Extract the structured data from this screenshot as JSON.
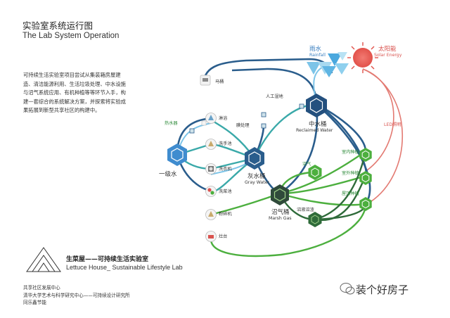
{
  "header": {
    "title_cn": "实验室系统运行图",
    "title_en": "The Lab System Operation"
  },
  "description": "可持续生活实验室项目尝试从集装箱房屋建造、清洁能源利用、生活垃圾处理、中水设施与沼气系统应用、有机种植等等环节入手，构建一套综合的系统解决方案，并探索将实验成果拓展到新型共享社区的构建中。",
  "lab": {
    "name_cn": "生菜屋——可持续生活实验室",
    "name_en": "Lettuce House_ Sustainable Lifestyle Lab"
  },
  "orgs": [
    "共享社区发展中心",
    "清华大学艺术与科学研究中心——可持续设计研究所",
    "同乐鑫节能"
  ],
  "brand": "装个好房子",
  "nodes": {
    "primary": "一级水",
    "gray_cn": "灰水桶",
    "gray_en": "Gray Water",
    "reclaimed_cn": "中水桶",
    "reclaimed_en": "Reclaimed Water",
    "marsh_cn": "沼气桶",
    "marsh_en": "Marsh Gas",
    "rain_cn": "雨水",
    "rain_en": "Rainfall",
    "solar_cn": "太阳能",
    "solar_en": "Solar Energy"
  },
  "labels": {
    "toilet": "马桶",
    "wetland": "人工湿地",
    "hot_water": "热水器",
    "shower": "淋浴",
    "hand_wash": "洗手池",
    "laundry": "洗衣机",
    "veg_wash": "洗菜池",
    "shredder": "粉碎机",
    "stove": "灶台",
    "pretreat": "膜处理",
    "biogas": "沼气",
    "slurry": "沼液沼渣",
    "indoor_plant": "室内种植",
    "outdoor_plant": "室外种植",
    "roof_plant": "屋顶种植",
    "led": "LED照明"
  },
  "colors": {
    "blue_dark": "#2a5d8c",
    "blue": "#3f8ccf",
    "blue_light": "#7cc4e8",
    "teal": "#3aa9a9",
    "green": "#4caf3e",
    "green_dark": "#2f6b3a",
    "red": "#e05a55"
  }
}
